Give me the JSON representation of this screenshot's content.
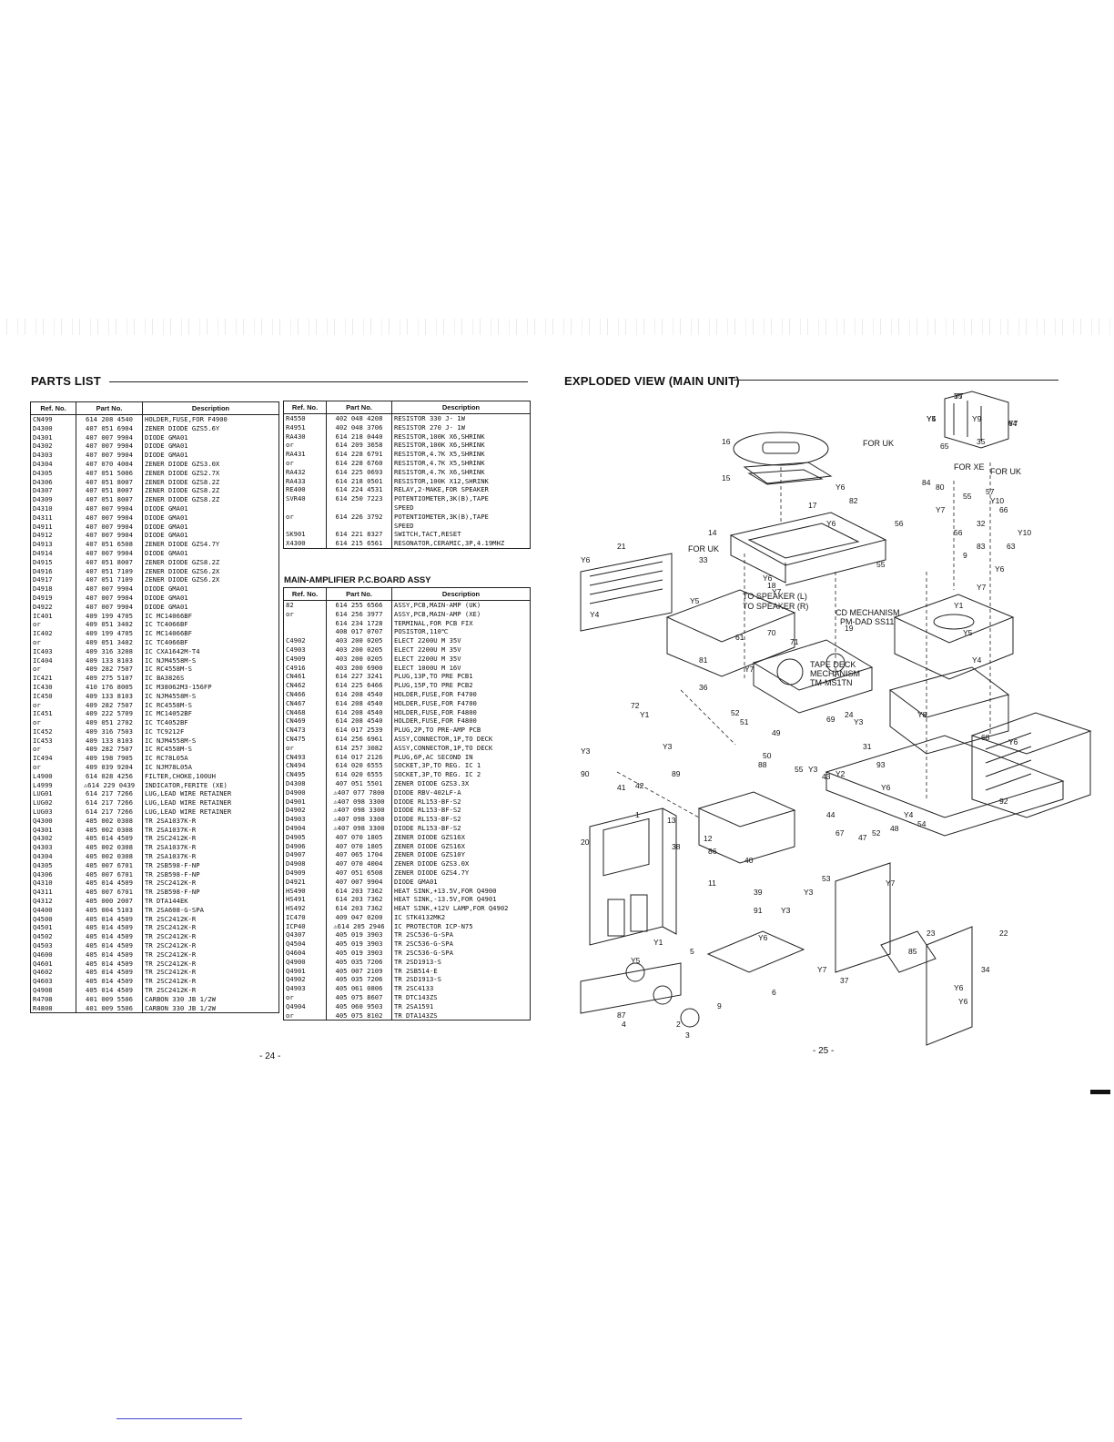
{
  "left_page": {
    "title": "PARTS LIST",
    "page_number": "- 24 -",
    "headers": {
      "ref": "Ref. No.",
      "part": "Part No.",
      "desc": "Description"
    },
    "table1": [
      [
        "CN499",
        "614 208 4540",
        "HOLDER,FUSE,FOR F4900"
      ],
      [
        "D4300",
        "407 051 6904",
        "ZENER DIODE GZS5.6Y"
      ],
      [
        "D4301",
        "407 007 9904",
        "DIODE GMA01"
      ],
      [
        "D4302",
        "407 007 9904",
        "DIODE GMA01"
      ],
      [
        "D4303",
        "407 007 9904",
        "DIODE GMA01"
      ],
      [
        "D4304",
        "407 070 4004",
        "ZENER DIODE GZS3.0X"
      ],
      [
        "D4305",
        "407 051 5006",
        "ZENER DIODE GZS2.7X"
      ],
      [
        "D4306",
        "407 051 8007",
        "ZENER DIODE GZS8.2Z"
      ],
      [
        "D4307",
        "407 051 8007",
        "ZENER DIODE GZS8.2Z"
      ],
      [
        "D4309",
        "407 051 8007",
        "ZENER DIODE GZS8.2Z"
      ],
      [
        "D4310",
        "407 007 9904",
        "DIODE GMA01"
      ],
      [
        "D4311",
        "407 007 9904",
        "DIODE GMA01"
      ],
      [
        "D4911",
        "407 007 9904",
        "DIODE GMA01"
      ],
      [
        "D4912",
        "407 007 9904",
        "DIODE GMA01"
      ],
      [
        "D4913",
        "407 051 6508",
        "ZENER DIODE GZS4.7Y"
      ],
      [
        "D4914",
        "407 007 9904",
        "DIODE GMA01"
      ],
      [
        "D4915",
        "407 051 8007",
        "ZENER DIODE GZS8.2Z"
      ],
      [
        "D4916",
        "407 051 7109",
        "ZENER DIODE GZS6.2X"
      ],
      [
        "D4917",
        "407 051 7109",
        "ZENER DIODE GZS6.2X"
      ],
      [
        "D4918",
        "407 007 9904",
        "DIODE GMA01"
      ],
      [
        "D4919",
        "407 007 9904",
        "DIODE GMA01"
      ],
      [
        "D4922",
        "407 007 9904",
        "DIODE GMA01"
      ],
      [
        "IC401",
        "409 199 4705",
        "IC MC14066BF"
      ],
      [
        "or",
        "409 051 3402",
        "IC TC4066BF"
      ],
      [
        "IC402",
        "409 199 4705",
        "IC MC14066BF"
      ],
      [
        "or",
        "409 051 3402",
        "IC TC4066BF"
      ],
      [
        "IC403",
        "409 316 3208",
        "IC CXA1642M-T4"
      ],
      [
        "IC404",
        "409 133 8103",
        "IC NJM4558M-S"
      ],
      [
        "or",
        "409 282 7507",
        "IC RC4558M-S"
      ],
      [
        "IC421",
        "409 275 5107",
        "IC BA3826S"
      ],
      [
        "IC430",
        "410 176 8005",
        "IC M38062M3-156FP"
      ],
      [
        "IC450",
        "409 133 8103",
        "IC NJM4558M-S"
      ],
      [
        "or",
        "409 282 7507",
        "IC RC4558M-S"
      ],
      [
        "IC451",
        "409 222 5709",
        "IC MC14052BF"
      ],
      [
        "or",
        "409 051 2702",
        "IC TC4052BF"
      ],
      [
        "IC452",
        "409 316 7503",
        "IC TC9212F"
      ],
      [
        "IC453",
        "409 133 8103",
        "IC NJM4558M-S"
      ],
      [
        "or",
        "409 282 7507",
        "IC RC4558M-S"
      ],
      [
        "IC494",
        "409 198 7905",
        "IC RC78L05A"
      ],
      [
        "or",
        "409 039 9204",
        "IC NJM78L05A"
      ],
      [
        "L4900",
        "614 028 4256",
        "FILTER,CHOKE,100UH"
      ],
      [
        "L4999",
        "⚠614 229 0439",
        "INDICATOR,FERITE (XE)"
      ],
      [
        "LUG01",
        "614 217 7266",
        "LUG,LEAD WIRE RETAINER"
      ],
      [
        "LUG02",
        "614 217 7266",
        "LUG,LEAD WIRE RETAINER"
      ],
      [
        "LUG03",
        "614 217 7266",
        "LUG,LEAD WIRE RETAINER"
      ],
      [
        "Q4300",
        "405 002 0308",
        "TR 2SA1037K-R"
      ],
      [
        "Q4301",
        "405 002 0308",
        "TR 2SA1037K-R"
      ],
      [
        "Q4302",
        "405 014 4509",
        "TR 2SC2412K-R"
      ],
      [
        "Q4303",
        "405 002 0308",
        "TR 2SA1037K-R"
      ],
      [
        "Q4304",
        "405 002 0308",
        "TR 2SA1037K-R"
      ],
      [
        "Q4305",
        "405 007 6701",
        "TR 2SB598-F-NP"
      ],
      [
        "Q4306",
        "405 007 6701",
        "TR 2SB598-F-NP"
      ],
      [
        "Q4310",
        "405 014 4509",
        "TR 2SC2412K-R"
      ],
      [
        "Q4311",
        "405 007 6701",
        "TR 2SB598-F-NP"
      ],
      [
        "Q4312",
        "405 000 2007",
        "TR DTA144EK"
      ],
      [
        "Q4400",
        "405 004 5103",
        "TR 2SA608-G-SPA"
      ],
      [
        "Q4500",
        "405 014 4509",
        "TR 2SC2412K-R"
      ],
      [
        "Q4501",
        "405 014 4509",
        "TR 2SC2412K-R"
      ],
      [
        "Q4502",
        "405 014 4509",
        "TR 2SC2412K-R"
      ],
      [
        "Q4503",
        "405 014 4509",
        "TR 2SC2412K-R"
      ],
      [
        "Q4600",
        "405 014 4509",
        "TR 2SC2412K-R"
      ],
      [
        "Q4601",
        "405 014 4509",
        "TR 2SC2412K-R"
      ],
      [
        "Q4602",
        "405 014 4509",
        "TR 2SC2412K-R"
      ],
      [
        "Q4603",
        "405 014 4509",
        "TR 2SC2412K-R"
      ],
      [
        "Q4908",
        "405 014 4509",
        "TR 2SC2412K-R"
      ],
      [
        "R4708",
        "401 009 5506",
        "CARBON 330 JB 1/2W"
      ],
      [
        "R4808",
        "401 009 5506",
        "CARBON 330 JB 1/2W"
      ]
    ],
    "table2": [
      [
        "R4550",
        "402 048 4208",
        "RESISTOR 330 J- 1W"
      ],
      [
        "R4951",
        "402 048 3706",
        "RESISTOR 270 J- 1W"
      ],
      [
        "RA430",
        "614 218 0440",
        "RESISTOR,100K X6,SHRINK"
      ],
      [
        "or",
        "614 209 3658",
        "RESISTOR,100K X6,SHRINK"
      ],
      [
        "RA431",
        "614 228 6791",
        "RESISTOR,4.7K X5,SHRINK"
      ],
      [
        "or",
        "614 228 6760",
        "RESISTOR,4.7K X5,SHRINK"
      ],
      [
        "RA432",
        "614 225 0693",
        "RESISTOR,4.7K X6,SHRINK"
      ],
      [
        "RA433",
        "614 218 0501",
        "RESISTOR,100K X12,SHRINK"
      ],
      [
        "RE400",
        "614 224 4531",
        "RELAY,2-MAKE,FOR SPEAKER"
      ],
      [
        "SVR40",
        "614 250 7223",
        "POTENTIOMETER,3K(B),TAPE"
      ],
      [
        "",
        "",
        "SPEED"
      ],
      [
        "or",
        "614 226 3792",
        "POTENTIOMETER,3K(B),TAPE"
      ],
      [
        "",
        "",
        "SPEED"
      ],
      [
        "SK901",
        "614 221 8327",
        "SWITCH,TACT,RESET"
      ],
      [
        "X4300",
        "614 215 6561",
        "RESONATOR,CERAMIC,3P,4.19MHZ"
      ]
    ],
    "table3_title": "MAIN-AMPLIFIER P.C.BOARD ASSY",
    "table3": [
      [
        "82",
        "614 255 6566",
        "ASSY,PCB,MAIN-AMP (UK)"
      ],
      [
        "or",
        "614 256 3977",
        "ASSY,PCB,MAIN-AMP (XE)"
      ],
      [
        "",
        "614 234 1728",
        "TERMINAL,FOR PCB FIX"
      ],
      [
        "",
        "408 017 0707",
        "POSISTOR,110℃"
      ],
      [
        "C4902",
        "403 200 0205",
        "ELECT 2200U M 35V"
      ],
      [
        "C4903",
        "403 200 0205",
        "ELECT 2200U M 35V"
      ],
      [
        "C4909",
        "403 200 0205",
        "ELECT 2200U M 35V"
      ],
      [
        "C4916",
        "403 200 6900",
        "ELECT 1000U M 16V"
      ],
      [
        "CN461",
        "614 227 3241",
        "PLUG,13P,TO PRE PCB1"
      ],
      [
        "CN462",
        "614 225 6466",
        "PLUG,15P,TO PRE PCB2"
      ],
      [
        "CN466",
        "614 208 4540",
        "HOLDER,FUSE,FOR F4700"
      ],
      [
        "CN467",
        "614 208 4540",
        "HOLDER,FUSE,FOR F4700"
      ],
      [
        "CN468",
        "614 208 4540",
        "HOLDER,FUSE,FOR F4800"
      ],
      [
        "CN469",
        "614 208 4540",
        "HOLDER,FUSE,FOR F4800"
      ],
      [
        "CN473",
        "614 017 2539",
        "PLUG,2P,TO PRE-AMP PCB"
      ],
      [
        "CN475",
        "614 256 6961",
        "ASSY,CONNECTOR,1P,TO DECK"
      ],
      [
        "or",
        "614 257 3082",
        "ASSY,CONNECTOR,1P,TO DECK"
      ],
      [
        "CN493",
        "614 017 2126",
        "PLUG,6P,AC SECOND IN"
      ],
      [
        "CN494",
        "614 020 6555",
        "SOCKET,3P,TO REG. IC 1"
      ],
      [
        "CN495",
        "614 020 6555",
        "SOCKET,3P,TO REG. IC 2"
      ],
      [
        "D4308",
        "407 051 5501",
        "ZENER DIODE GZS3.3X"
      ],
      [
        "D4900",
        "⚠407 077 7800",
        "DIODE RBV-402LF-A"
      ],
      [
        "D4901",
        "⚠407 098 3300",
        "DIODE RL153-BF-S2"
      ],
      [
        "D4902",
        "⚠407 098 3300",
        "DIODE RL153-BF-S2"
      ],
      [
        "D4903",
        "⚠407 098 3300",
        "DIODE RL153-BF-S2"
      ],
      [
        "D4904",
        "⚠407 098 3300",
        "DIODE RL153-BF-S2"
      ],
      [
        "D4905",
        "407 070 1805",
        "ZENER DIODE GZS16X"
      ],
      [
        "D4906",
        "407 070 1805",
        "ZENER DIODE GZS16X"
      ],
      [
        "D4907",
        "407 065 1704",
        "ZENER DIODE GZS10Y"
      ],
      [
        "D4908",
        "407 070 4004",
        "ZENER DIODE GZS3.0X"
      ],
      [
        "D4909",
        "407 051 6508",
        "ZENER DIODE GZS4.7Y"
      ],
      [
        "D4921",
        "407 007 9904",
        "DIODE GMA01"
      ],
      [
        "HS490",
        "614 203 7362",
        "HEAT SINK,+13.5V,FOR Q4900"
      ],
      [
        "HS491",
        "614 203 7362",
        "HEAT SINK,-13.5V,FOR Q4901"
      ],
      [
        "HS492",
        "614 203 7362",
        "HEAT SINK,+12V LAMP,FOR Q4902"
      ],
      [
        "IC470",
        "409 047 0200",
        "IC STK4132MK2"
      ],
      [
        "ICP40",
        "⚠614 205 2946",
        "IC PROTECTOR ICP-N75"
      ],
      [
        "Q4307",
        "405 019 3903",
        "TR 2SC536-G-SPA"
      ],
      [
        "Q4504",
        "405 019 3903",
        "TR 2SC536-G-SPA"
      ],
      [
        "Q4604",
        "405 019 3903",
        "TR 2SC536-G-SPA"
      ],
      [
        "Q4900",
        "405 035 7206",
        "TR 2SD1913-S"
      ],
      [
        "Q4901",
        "405 007 2109",
        "TR 2SB514-E"
      ],
      [
        "Q4902",
        "405 035 7206",
        "TR 2SD1913-S"
      ],
      [
        "Q4903",
        "405 061 0806",
        "TR 2SC4133"
      ],
      [
        "or",
        "405 075 8607",
        "TR DTC143ZS"
      ],
      [
        "Q4904",
        "405 060 9503",
        "TR 2SA1591"
      ],
      [
        "or",
        "405 075 8102",
        "TR DTA143ZS"
      ]
    ]
  },
  "right_page": {
    "title": "EXPLODED VIEW (MAIN UNIT)",
    "page_number": "- 25 -",
    "labels": {
      "for_uk_1": "FOR UK",
      "for_uk_2": "FOR UK",
      "for_uk_3": "FOR UK",
      "for_xe": "FOR XE",
      "speaker_l": "TO SPEAKER (L)",
      "speaker_r": "TO SPEAKER (R)",
      "cd_mech_1": "CD MECHANISM",
      "cd_mech_2": "PM-DAD SS11",
      "tape_1": "TAPE DECK",
      "tape_2": "MECHANISM",
      "tape_3": "TM-MS1TN"
    },
    "callouts": [
      "35",
      "64",
      "Y5",
      "Y9",
      "35",
      "65",
      "16",
      "15",
      "Y6",
      "17",
      "82",
      "Y10",
      "Y10",
      "Y6",
      "14",
      "33",
      "21",
      "Y6",
      "Y5",
      "Y4",
      "Y6",
      "18",
      "Y7",
      "19",
      "70",
      "71",
      "61",
      "81",
      "Y7",
      "36",
      "72",
      "Y1",
      "Y3",
      "Y3",
      "90",
      "41",
      "42",
      "89",
      "52",
      "51",
      "49",
      "50",
      "88",
      "55",
      "Y3",
      "43",
      "Y2",
      "69",
      "24",
      "Y3",
      "Y8",
      "31",
      "68",
      "Y6",
      "Y6",
      "93",
      "92",
      "20",
      "1",
      "13",
      "12",
      "86",
      "38",
      "11",
      "40",
      "39",
      "91",
      "Y3",
      "Y3",
      "53",
      "Y7",
      "23",
      "54",
      "Y4",
      "44",
      "67",
      "47",
      "52",
      "48",
      "Y7",
      "37",
      "85",
      "34",
      "22",
      "Y6",
      "Y6",
      "Y6",
      "Y1",
      "Y5",
      "5",
      "9",
      "87",
      "4",
      "2",
      "3",
      "6",
      "9",
      "Y1",
      "55",
      "63",
      "32",
      "55",
      "56",
      "Y7",
      "56",
      "83",
      "84",
      "80",
      "57",
      "66",
      "Y5",
      "Y4",
      "Y6",
      "Y7",
      "Y7",
      "Y7",
      "Y4"
    ]
  }
}
